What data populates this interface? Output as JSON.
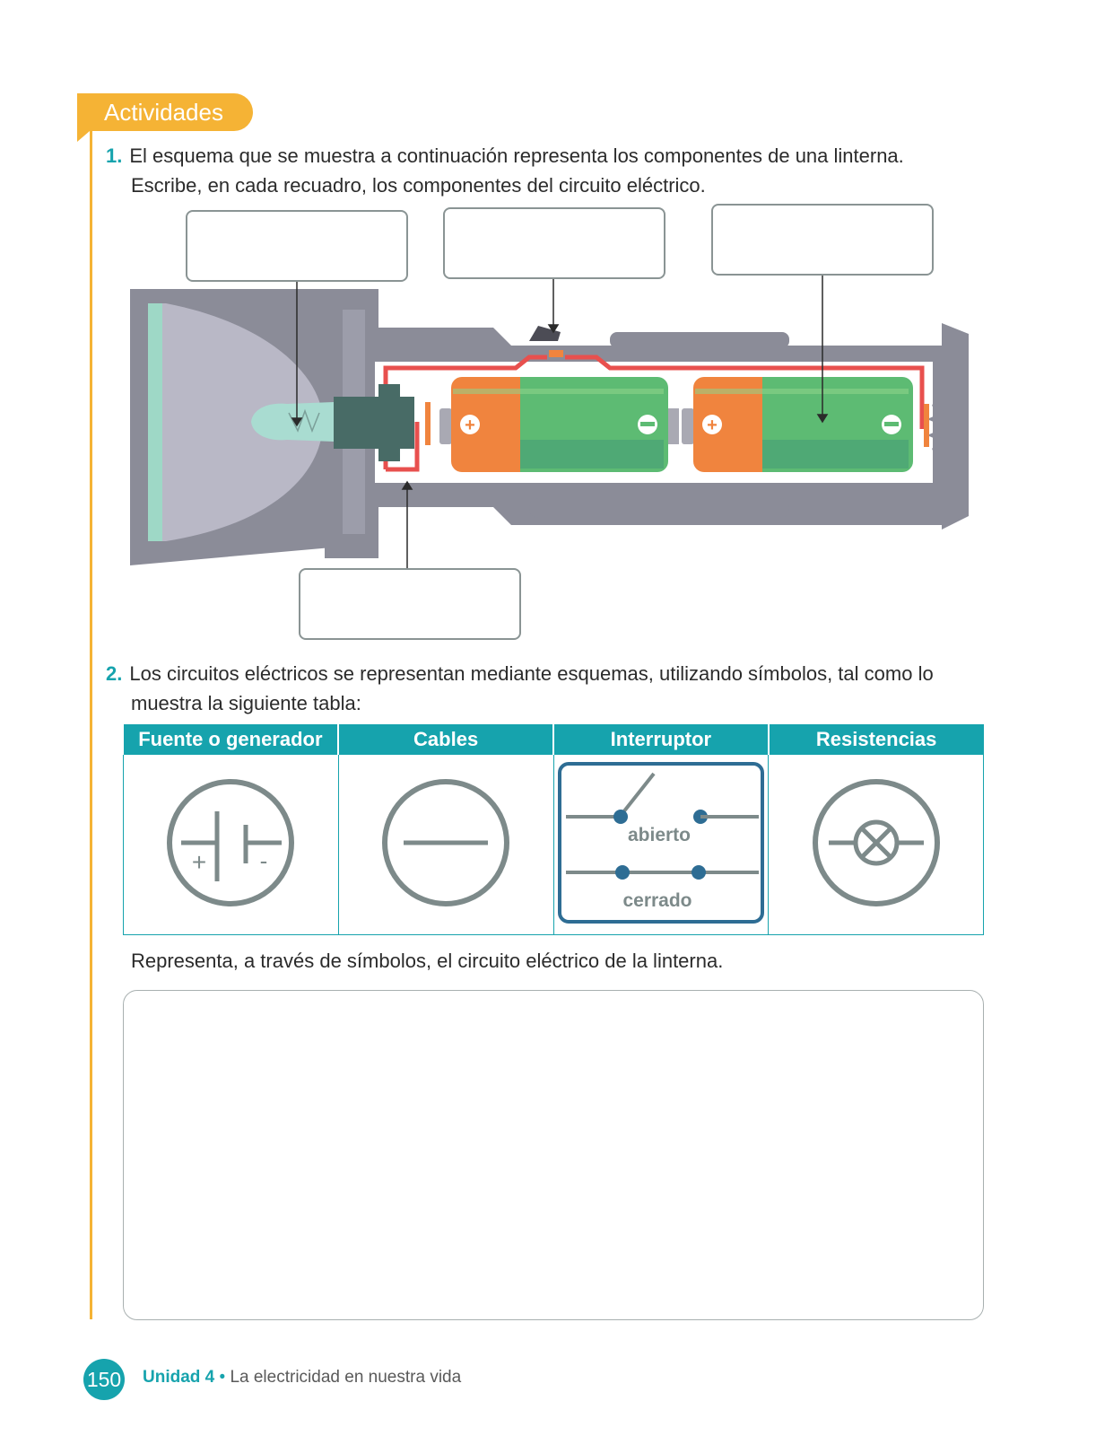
{
  "section_tab": "Actividades",
  "q1": {
    "number": "1.",
    "line1": "El esquema que se muestra a continuación representa los componentes de una linterna.",
    "line2": "Escribe, en cada recuadro, los componentes del circuito eléctrico."
  },
  "diagram": {
    "battery_plus_symbol": "+",
    "battery_minus_symbol": "−",
    "colors": {
      "body": "#8b8c98",
      "battery_orange": "#f0843e",
      "battery_green": "#5dbb73",
      "wire": "#e8504e",
      "bulb_glass": "#a9dcd1",
      "lens": "#9ed8c6"
    }
  },
  "q2": {
    "number": "2.",
    "line1": "Los circuitos eléctricos se representan mediante esquemas, utilizando símbolos, tal como lo",
    "line2": "muestra la siguiente tabla:"
  },
  "table": {
    "headers": [
      "Fuente o generador",
      "Cables",
      "Interruptor",
      "Resistencias"
    ],
    "source_plus": "+",
    "source_minus": "-",
    "switch_open": "abierto",
    "switch_closed": "cerrado",
    "header_color": "#16a3ad"
  },
  "instruction": "Representa, a través de símbolos, el circuito eléctrico de la linterna.",
  "footer": {
    "page": "150",
    "unit": "Unidad 4",
    "separator": " • ",
    "title": "La electricidad en nuestra vida"
  }
}
